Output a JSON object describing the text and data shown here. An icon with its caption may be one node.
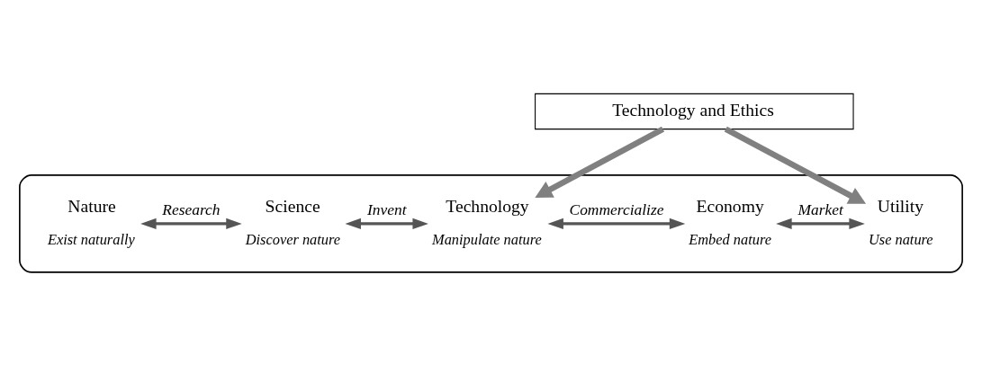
{
  "diagram": {
    "nodes": [
      {
        "text": [
          "Technology and Ethics"
        ]
      },
      {
        "text": [],
        "shape": "box"
      },
      {
        "text": [
          "Nature"
        ],
        "in": 1,
        "beside": [
          "Exist naturally"
        ]
      },
      {
        "text": [
          "Science"
        ],
        "in": 1,
        "beside": [
          "Discover nature"
        ]
      },
      {
        "text": [
          "Technology"
        ],
        "in": 1,
        "beside": [
          "Manipulate nature"
        ]
      },
      {
        "text": [
          "Economy"
        ],
        "in": 1,
        "beside": [
          "Embed nature"
        ]
      },
      {
        "text": [
          "Utility"
        ],
        "in": 1,
        "beside": [
          "Use nature"
        ]
      }
    ],
    "edges": [
      {
        "from": 0,
        "to": 4,
        "arrow": "to",
        "style": "thick",
        "color": "#808080"
      },
      {
        "from": 0,
        "to": 6,
        "arrow": "to",
        "style": "thick",
        "color": "#808080"
      },
      {
        "from": 2,
        "to": 3,
        "arrow": "both",
        "label": "Research"
      },
      {
        "from": 3,
        "to": 4,
        "arrow": "both",
        "label": "Invent"
      },
      {
        "from": 4,
        "to": 5,
        "arrow": "both",
        "label": "Commercialize"
      },
      {
        "from": 5,
        "to": 6,
        "arrow": "both",
        "label": "Market"
      }
    ]
  }
}
